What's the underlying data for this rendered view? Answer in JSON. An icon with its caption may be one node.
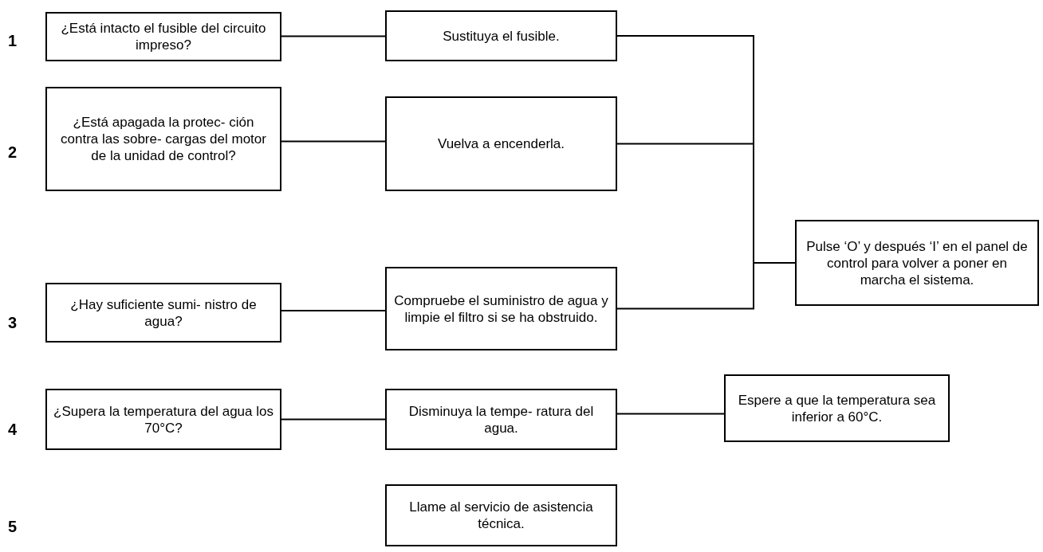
{
  "diagram": {
    "nodes": [
      {
        "text": [
          "¿Está intacto el fusible del circuito impreso?"
        ]
      },
      {
        "text": [
          "Sustituya el fusible."
        ]
      },
      {
        "text": [
          "¿Está apagada la protec- ción contra las sobre- cargas del motor de la unidad de control?"
        ]
      },
      {
        "text": [
          "Vuelva a encenderla."
        ]
      },
      {
        "text": [
          "Pulse ‘O’ y después ‘I’ en el panel de control para volver a poner en marcha el sistema."
        ]
      },
      {
        "text": [
          "¿Hay suficiente sumi- nistro de agua?"
        ]
      },
      {
        "text": [
          "Compruebe el suministro de agua y limpie el filtro si se ha obstruido."
        ]
      },
      {
        "text": [
          "¿Supera la temperatura del agua los 70°C?"
        ]
      },
      {
        "text": [
          "Disminuya la tempe- ratura del agua."
        ]
      },
      {
        "text": [
          "Espere a que la temperatura sea inferior a 60°C."
        ]
      },
      {
        "text": [
          "Llame al servicio de asistencia técnica."
        ]
      }
    ],
    "edges": [
      {
        "from": 0,
        "to": 1,
        "arrow": "none"
      },
      {
        "from": 2,
        "to": 3,
        "arrow": "none"
      },
      {
        "from": 5,
        "to": 6,
        "arrow": "none"
      },
      {
        "from": 7,
        "to": 8,
        "arrow": "none"
      },
      {
        "from": 8,
        "to": 9,
        "arrow": "none"
      },
      {
        "from": 1,
        "to": 4,
        "arrow": "none"
      },
      {
        "from": 3,
        "to": 4,
        "arrow": "none"
      },
      {
        "from": 6,
        "to": 4,
        "arrow": "none"
      }
    ],
    "labels": [
      "1",
      "2",
      "3",
      "4",
      "5"
    ]
  }
}
